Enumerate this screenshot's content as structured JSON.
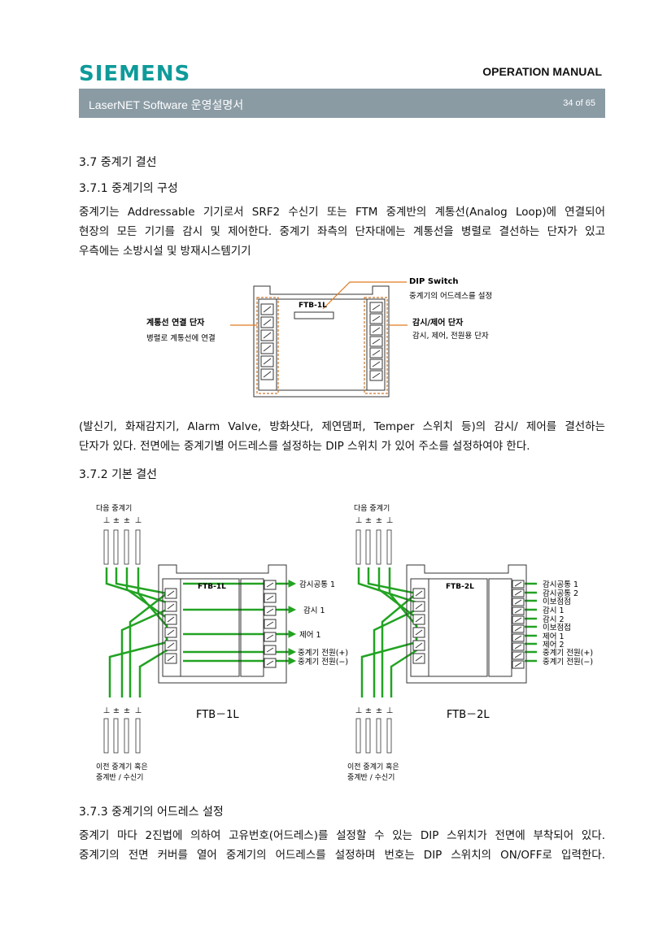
{
  "header": {
    "logo": "SIEMENS",
    "manual": "OPERATION MANUAL",
    "doc_title": "LaserNET Software  운영설명서",
    "page": "34 of 65"
  },
  "sec37": {
    "title": "3.7 중계기 결선"
  },
  "sec371": {
    "title": "3.7.1 중계기의 구성",
    "lines": [
      "중계기는 Addressable 기기로서 SRF2 수신기 또는 FTM 중계반의 계통선(Analog Loop)에 연결되어",
      "현장의 모든 기기를 감시 및 제어한다. 중계기 좌측의 단자대에는 계통선을 병렬로 결선하는 단자가 있고",
      "우측에는 소방시설 및 방재시스템기기"
    ]
  },
  "fig1": {
    "device": "FTB-1L",
    "dip_title": "DIP Switch",
    "dip_desc": "중계기의 어드레스를 설정",
    "left_title": "계통선 연결 단자",
    "left_desc": "병렬로 계통선에 연결",
    "right_title": "감시/제어 단자",
    "right_desc": "감시, 제어, 전원용 단자"
  },
  "para2": {
    "lines": [
      "(발신기, 화재감지기, Alarm Valve, 방화샷다, 제연댐퍼, Temper 스위치 등)의 감시/ 제어를 결선하는",
      "단자가 있다. 전면에는 중계기별 어드레스를 설정하는 DIP 스위치 가 있어 주소를 설정하여야 한다."
    ]
  },
  "sec372": {
    "title": "3.7.2 기본 결선"
  },
  "fig2": {
    "next_label": "다음 중계기",
    "prev_label_1": "이전 중계기 혹은",
    "prev_label_2": "중계반 / 수신기",
    "signs": [
      "⊥",
      "±",
      "±",
      "⊥"
    ],
    "left": {
      "device": "FTB-1L",
      "caption": "FTB－1L",
      "labels": [
        "감시공통 1",
        "감시 1",
        "제어 1",
        "중계기 전원(+)",
        "중계기 전원(−)"
      ]
    },
    "right": {
      "device": "FTB-2L",
      "caption": "FTB－2L",
      "labels": [
        "감시공통 1",
        "감시공통 2",
        "이보점점",
        "감시 1",
        "감시 2",
        "이보점접",
        "제어 1",
        "제어 2",
        "중계기 전원(+)",
        "중계기 전원(−)"
      ]
    }
  },
  "sec373": {
    "title": "3.7.3 중계기의 어드레스 설정",
    "lines": [
      "중계기 마다 2진법에 의하여 고유번호(어드레스)를 설정할 수 있는 DIP 스위치가 전면에 부착되어 있다.",
      "중계기의 전면 커버를 열어 중계기의 어드레스를 설정하며 번호는 DIP 스위치의 ON/OFF로 입력한다."
    ]
  }
}
